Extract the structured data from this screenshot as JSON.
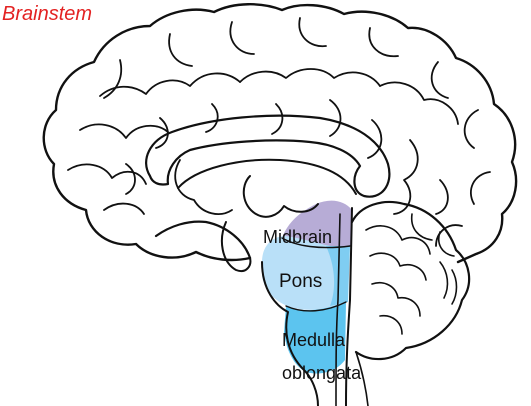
{
  "title": "Brainstem",
  "labels": {
    "midbrain": "Midbrain",
    "pons": "Pons",
    "medulla_line1": "Medulla",
    "medulla_line2": "oblongata"
  },
  "colors": {
    "title": "#e32222",
    "outline": "#111111",
    "midbrain": "#b7acd6",
    "pons": "#b9e0f8",
    "medulla": "#5cc4ef",
    "pons_dark": "#7fcdf2"
  }
}
